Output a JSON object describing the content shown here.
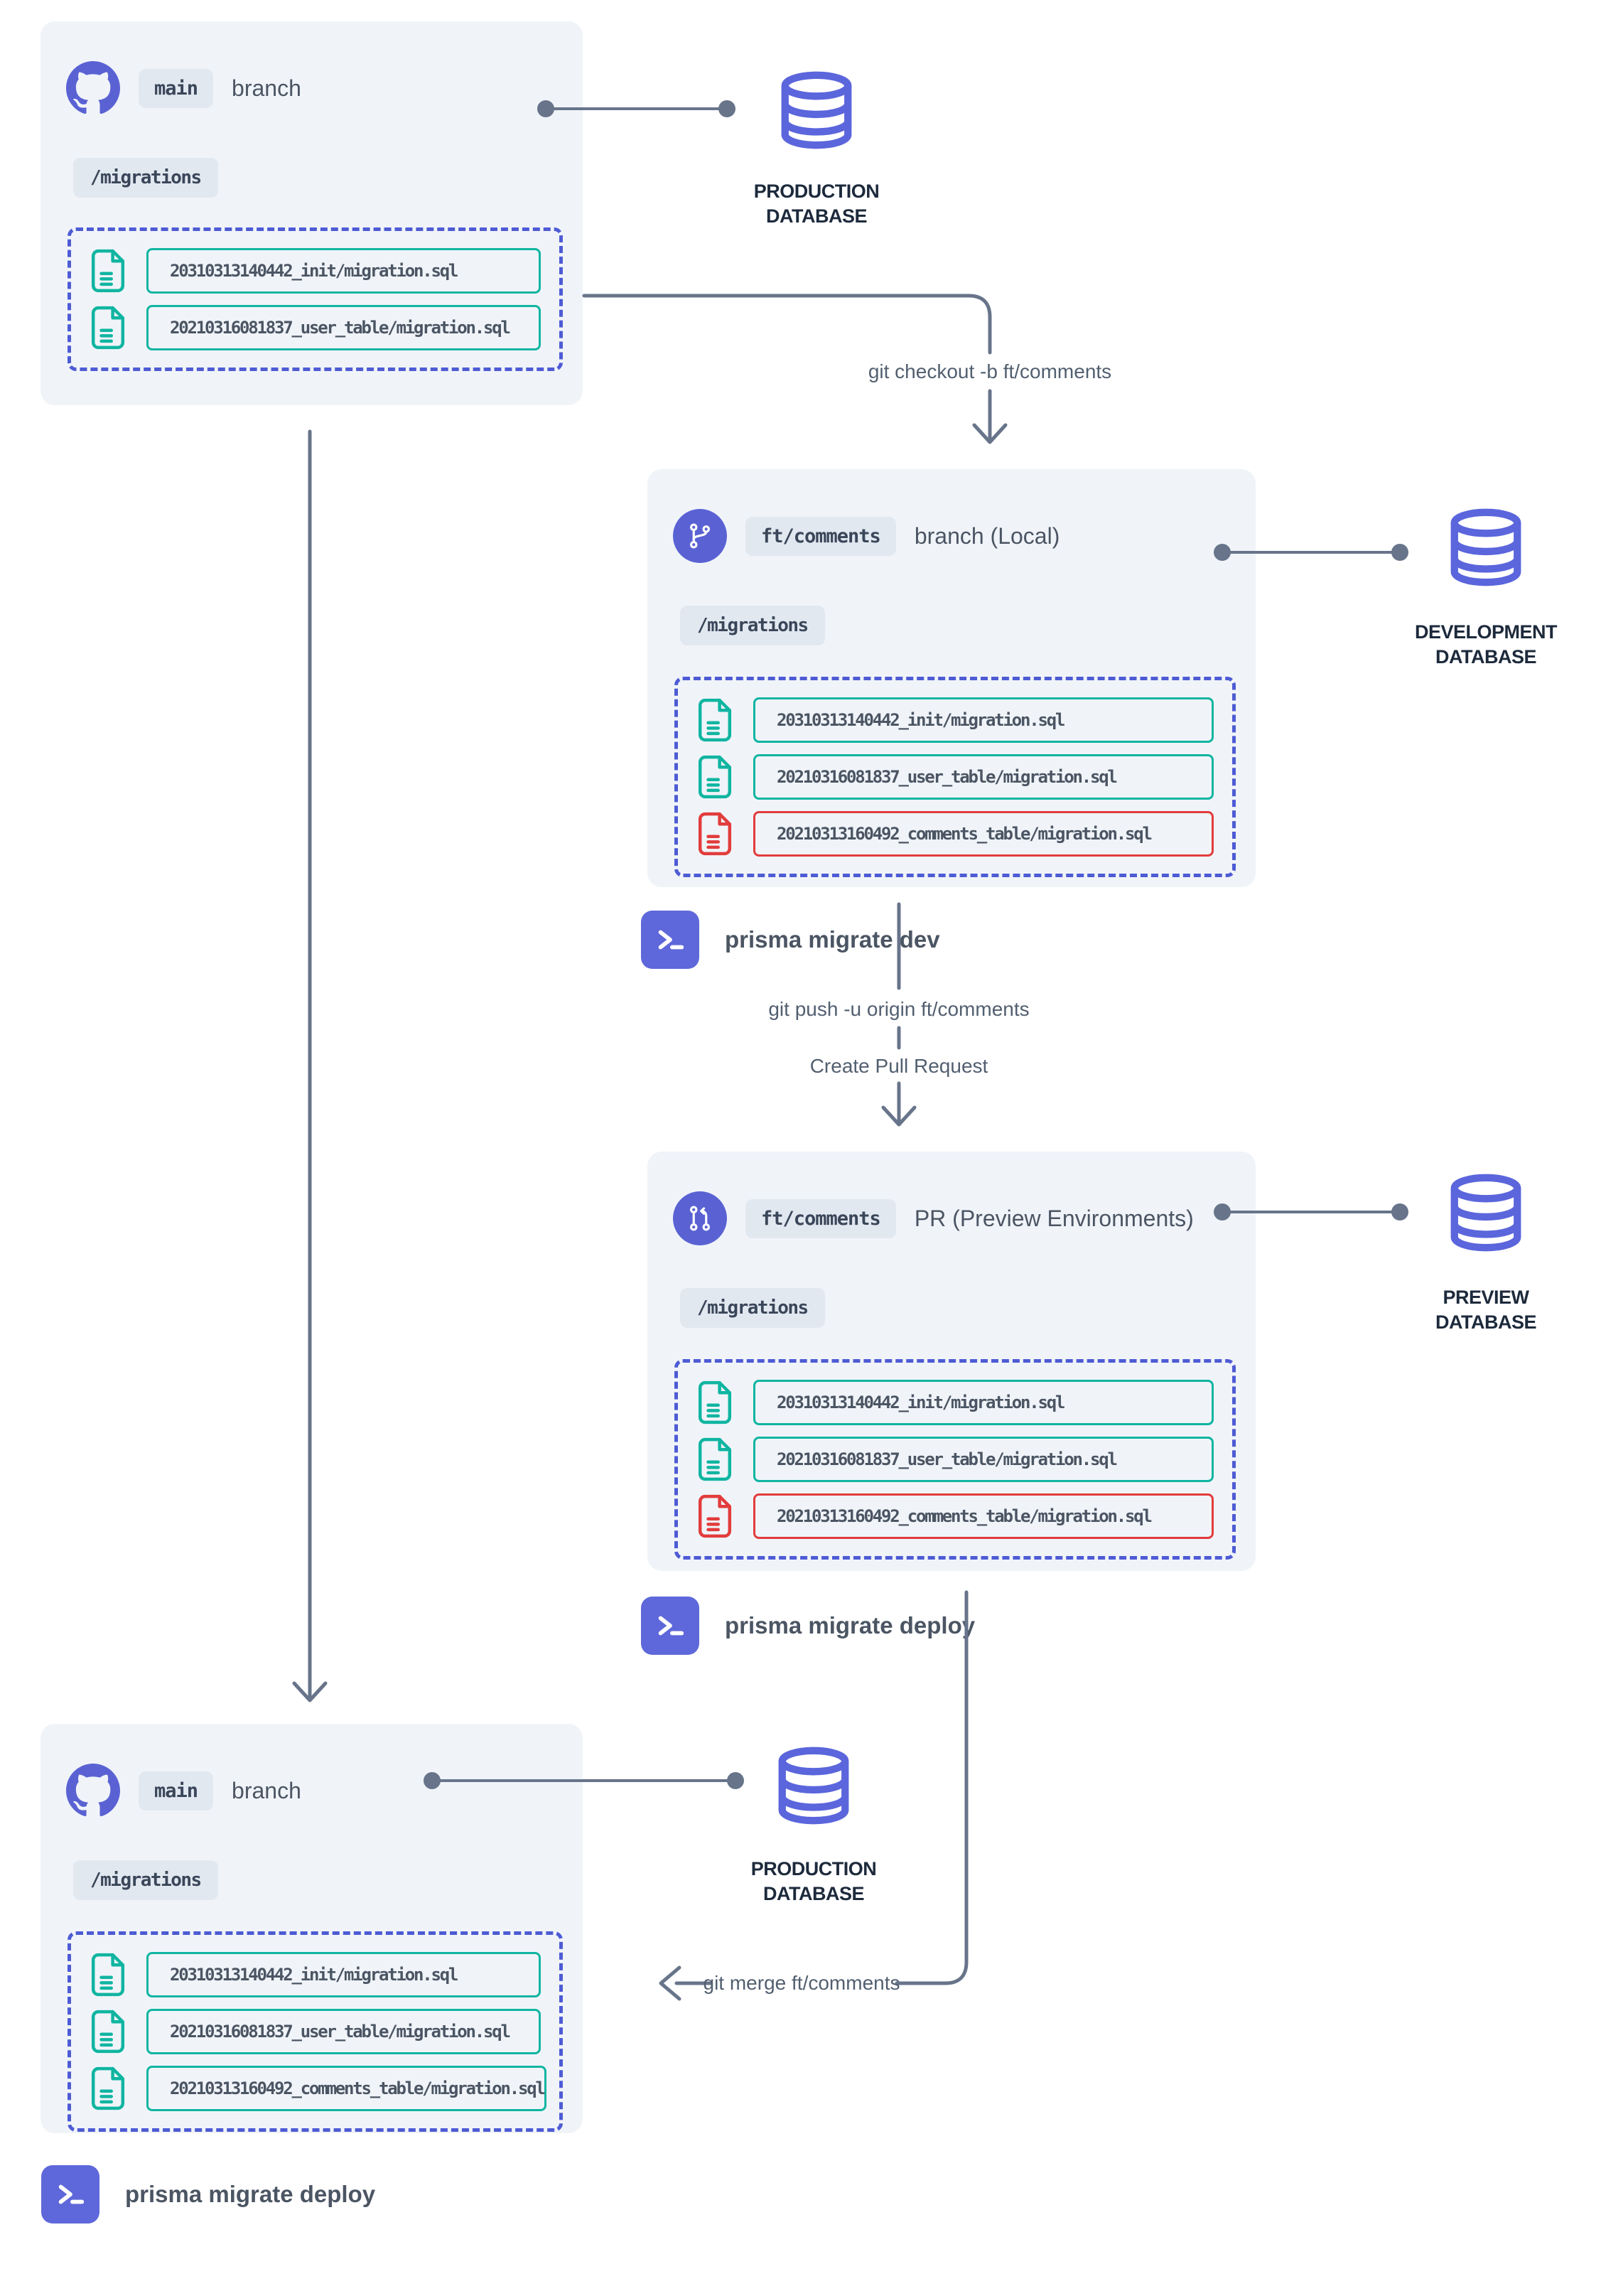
{
  "colors": {
    "accent_purple": "#5a62d3",
    "db_purple": "#5b66dc",
    "terminal_purple": "#5e68da",
    "dashed_border": "#4e5bd4",
    "teal": "#10b5a1",
    "red": "#e23c3c",
    "connector_gray": "#67748a",
    "card_bg": "#f0f4f9",
    "badge_bg": "#e2e8f0",
    "badge_text": "#3a4659",
    "text_slate": "#4b5563",
    "db_label": "#1d2a3c"
  },
  "boxes": [
    {
      "name": "main-branch-top",
      "icon": "github",
      "badge": "main",
      "title": "branch",
      "folder": "/migrations",
      "files": [
        {
          "name": "20310313140442_init/migration.sql",
          "status": "applied"
        },
        {
          "name": "20210316081837_user_table/migration.sql",
          "status": "applied"
        }
      ]
    },
    {
      "name": "ft-comments-local",
      "icon": "git-branch",
      "badge": "ft/comments",
      "title": "branch (Local)",
      "folder": "/migrations",
      "files": [
        {
          "name": "20310313140442_init/migration.sql",
          "status": "applied"
        },
        {
          "name": "20210316081837_user_table/migration.sql",
          "status": "applied"
        },
        {
          "name": "20210313160492_comments_table/migration.sql",
          "status": "new"
        }
      ]
    },
    {
      "name": "ft-comments-pr",
      "icon": "git-pull-request",
      "badge": "ft/comments",
      "title": "PR (Preview Environments)",
      "folder": "/migrations",
      "files": [
        {
          "name": "20310313140442_init/migration.sql",
          "status": "applied"
        },
        {
          "name": "20210316081837_user_table/migration.sql",
          "status": "applied"
        },
        {
          "name": "20210313160492_comments_table/migration.sql",
          "status": "new"
        }
      ]
    },
    {
      "name": "main-branch-bottom",
      "icon": "github",
      "badge": "main",
      "title": "branch",
      "folder": "/migrations",
      "files": [
        {
          "name": "20310313140442_init/migration.sql",
          "status": "applied"
        },
        {
          "name": "20210316081837_user_table/migration.sql",
          "status": "applied"
        },
        {
          "name": "20210313160492_comments_table/migration.sql",
          "status": "applied"
        }
      ]
    }
  ],
  "databases": [
    {
      "name": "production-database-top",
      "line1": "PRODUCTION",
      "line2": "DATABASE"
    },
    {
      "name": "development-database",
      "line1": "DEVELOPMENT",
      "line2": "DATABASE"
    },
    {
      "name": "preview-database",
      "line1": "PREVIEW",
      "line2": "DATABASE"
    },
    {
      "name": "production-database-bottom",
      "line1": "PRODUCTION",
      "line2": "DATABASE"
    }
  ],
  "commands": [
    {
      "label": "prisma migrate dev"
    },
    {
      "label": "prisma migrate deploy"
    },
    {
      "label": "prisma migrate deploy"
    }
  ],
  "arrow_labels": {
    "checkout": "git checkout -b ft/comments",
    "push": "git push -u origin ft/comments",
    "create_pr": "Create Pull Request",
    "merge": "git merge ft/comments"
  }
}
